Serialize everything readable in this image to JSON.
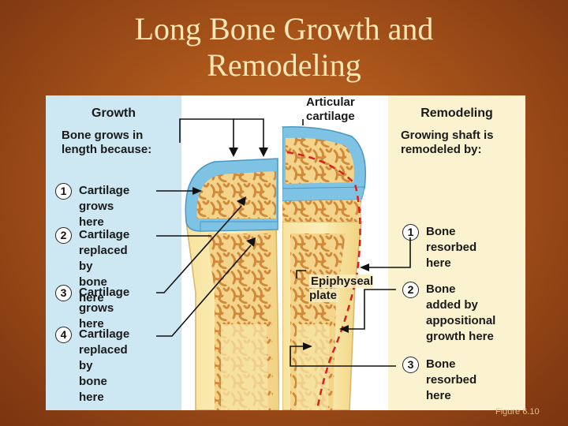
{
  "slide": {
    "title_line1": "Long Bone Growth and",
    "title_line2": "Remodeling",
    "figure_number": "Figure 6.10"
  },
  "growth": {
    "heading": "Growth",
    "intro": "Bone grows in length because:",
    "steps": [
      {
        "num": "1",
        "text": "Cartilage\ngrows here"
      },
      {
        "num": "2",
        "text": "Cartilage\nreplaced by\nbone here"
      },
      {
        "num": "3",
        "text": "Cartilage\ngrows here"
      },
      {
        "num": "4",
        "text": "Cartilage\nreplaced by\nbone here"
      }
    ]
  },
  "remodeling": {
    "heading": "Remodeling",
    "intro": "Growing shaft is remodeled by:",
    "steps": [
      {
        "num": "1",
        "text": "Bone\nresorbed\nhere"
      },
      {
        "num": "2",
        "text": "Bone\nadded by\nappositional\ngrowth here"
      },
      {
        "num": "3",
        "text": "Bone\nresorbed\nhere"
      }
    ]
  },
  "labels": {
    "articular_cartilage": "Articular\ncartilage",
    "epiphyseal_plate": "Epiphyseal\nplate"
  },
  "colors": {
    "background": "#a8541a",
    "title": "#fbe7b5",
    "growth_panel": "#cde8f3",
    "remodeling_panel": "#fbf3cf",
    "cartilage": "#7ec3e3",
    "bone": "#f6dc8c",
    "spongy_bone": "#d99a4a",
    "resorption_line": "#d92020"
  }
}
